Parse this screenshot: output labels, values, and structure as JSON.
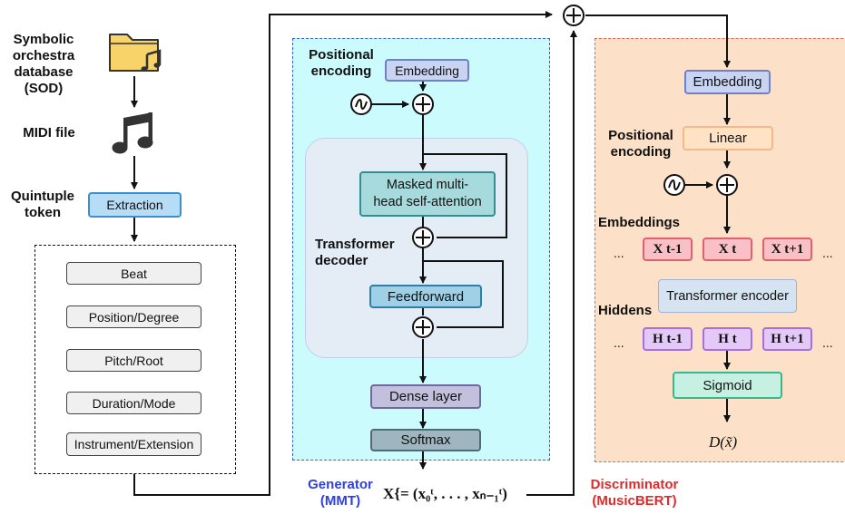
{
  "pipeline": {
    "sod_label": "Symbolic orchestra database (SOD)",
    "sod_l1": "Symbolic",
    "sod_l2": "orchestra",
    "sod_l3": "database",
    "sod_l4": "(SOD)",
    "midi_label": "MIDI file",
    "quintuple_l1": "Quintuple",
    "quintuple_l2": "token",
    "extraction": "Extraction",
    "tokens": [
      "Beat",
      "Position/Degree",
      "Pitch/Root",
      "Duration/Mode",
      "Instrument/Extension"
    ]
  },
  "generator": {
    "positional_l1": "Positional",
    "positional_l2": "encoding",
    "embedding": "Embedding",
    "attention_l1": "Masked multi-",
    "attention_l2": "head self-attention",
    "decoder_l1": "Transformer",
    "decoder_l2": "decoder",
    "feedforward": "Feedforward",
    "dense": "Dense layer",
    "softmax": "Softmax",
    "caption_l1": "Generator",
    "caption_l2": "(MMT)",
    "output_formula": "X{= (x₀ᵗ, . . . , xₙ₋₁ᵗ)"
  },
  "discriminator": {
    "embedding": "Embedding",
    "linear": "Linear",
    "positional_l1": "Positional",
    "positional_l2": "encoding",
    "embeddings_label": "Embeddings",
    "x_tokens": [
      "X t-1",
      "X t",
      "X t+1"
    ],
    "encoder": "Transformer encoder",
    "hiddens_label": "Hiddens",
    "h_tokens": [
      "H t-1",
      "H t",
      "H t+1"
    ],
    "sigmoid": "Sigmoid",
    "output": "D(x̃)",
    "caption_l1": "Discriminator",
    "caption_l2": "(MusicBERT)",
    "ellipsis": "..."
  },
  "colors": {
    "generator_panel": "#ccfbfd",
    "generator_border": "#3a5fd6",
    "discriminator_panel": "#fde0c8",
    "discriminator_border": "#e3665a",
    "generator_caption": "#2f3fe0",
    "discriminator_caption": "#e02a2a"
  }
}
